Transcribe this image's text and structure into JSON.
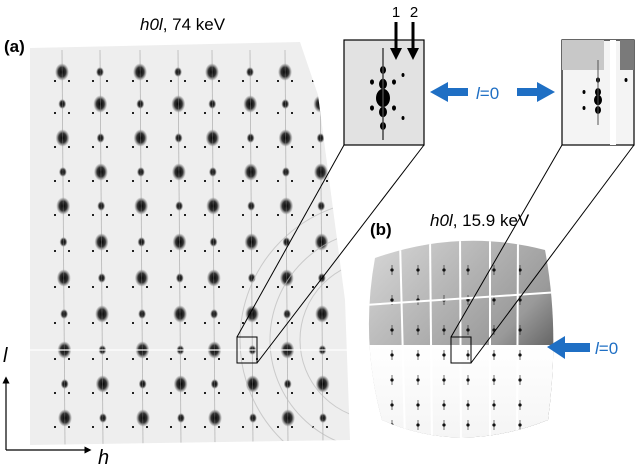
{
  "panel_a": {
    "letter": "(a)",
    "title_italic": "h0l",
    "title_rest": ", 74 keV"
  },
  "panel_b": {
    "letter": "(b)",
    "title_italic": "h0l",
    "title_rest": ", 15.9 keV"
  },
  "inset_arrows": {
    "first": "1",
    "second": "2"
  },
  "l_zero_label": {
    "italic": "l",
    "rest": "=0"
  },
  "axes": {
    "vertical": "l",
    "horizontal": "h"
  },
  "colors": {
    "accent": "#1f6fc4",
    "ink": "#000000",
    "detector_bg": "#eeeeee"
  }
}
